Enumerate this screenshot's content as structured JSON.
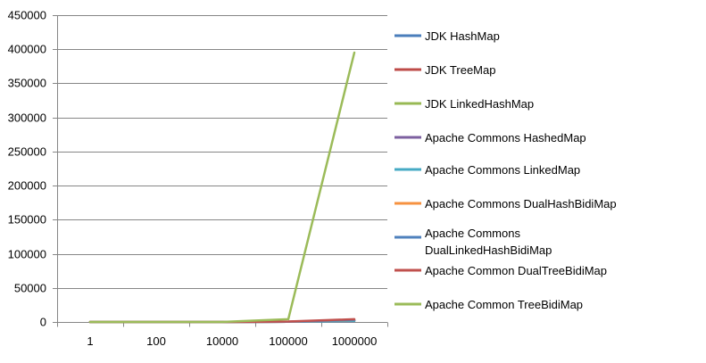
{
  "chart_data": {
    "type": "line",
    "categories": [
      "1",
      "100",
      "10000",
      "100000",
      "1000000"
    ],
    "ylim": [
      0,
      450000
    ],
    "yticks": [
      0,
      50000,
      100000,
      150000,
      200000,
      250000,
      300000,
      350000,
      400000,
      450000
    ],
    "grid": true,
    "legend_position": "right",
    "series": [
      {
        "name": "JDK HashMap",
        "color": "#4A7EBB",
        "values": [
          0,
          0,
          0,
          200,
          1500
        ]
      },
      {
        "name": "JDK TreeMap",
        "color": "#BE4B48",
        "values": [
          0,
          0,
          0,
          300,
          2500
        ]
      },
      {
        "name": "JDK LinkedHashMap",
        "color": "#98B954",
        "values": [
          0,
          0,
          0,
          200,
          1800
        ]
      },
      {
        "name": "Apache Commons HashedMap",
        "color": "#7D60A0",
        "values": [
          0,
          0,
          0,
          200,
          1500
        ]
      },
      {
        "name": "Apache Commons LinkedMap",
        "color": "#46AAC4",
        "values": [
          0,
          0,
          0,
          200,
          1600
        ]
      },
      {
        "name": "Apache Commons DualHashBidiMap",
        "color": "#F69240",
        "values": [
          0,
          0,
          0,
          400,
          3000
        ]
      },
      {
        "name": "Apache Commons DualLinkedHashBidiMap",
        "color": "#4F81BD",
        "values": [
          0,
          0,
          0,
          400,
          3200
        ]
      },
      {
        "name": "Apache Common DualTreeBidiMap",
        "color": "#C0504D",
        "values": [
          0,
          0,
          0,
          600,
          4000
        ]
      },
      {
        "name": "Apache Common TreeBidiMap",
        "color": "#9BBB59",
        "values": [
          0,
          0,
          0,
          4000,
          395000
        ]
      }
    ]
  }
}
